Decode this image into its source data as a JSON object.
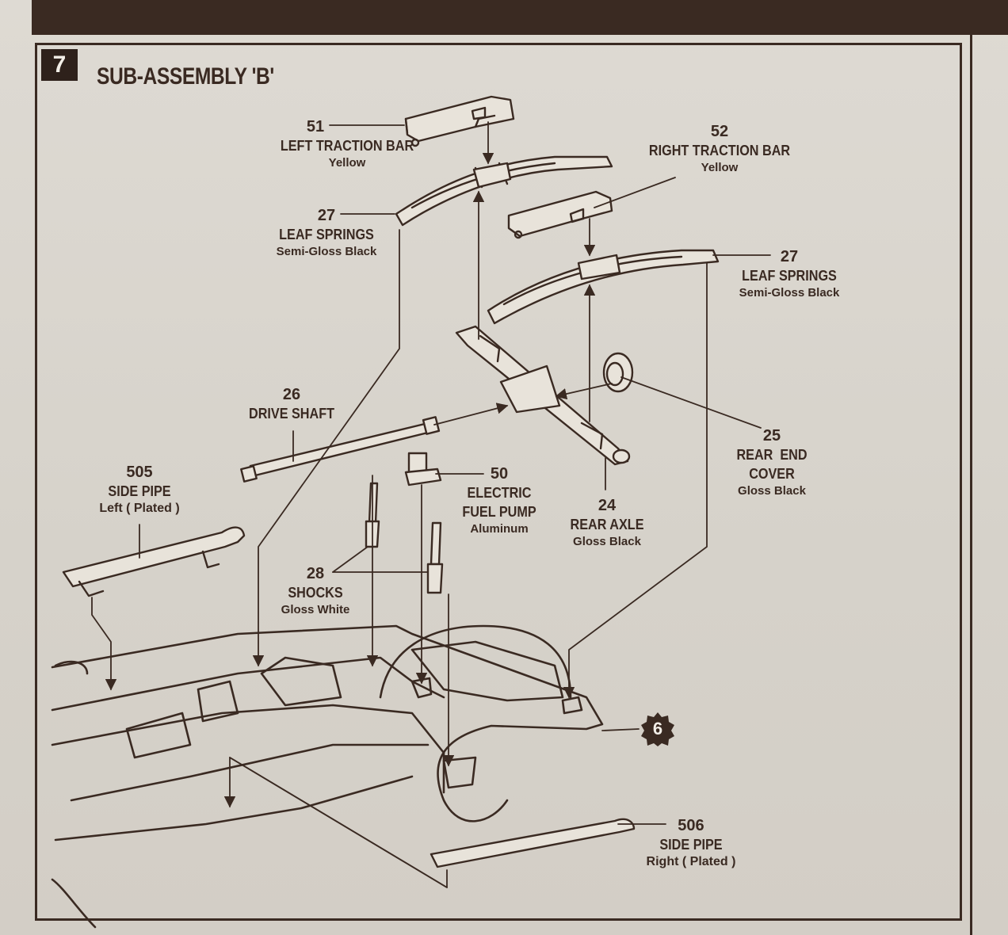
{
  "step": {
    "number": "7",
    "title": "SUB-ASSEMBLY 'B'"
  },
  "reference_step": "6",
  "parts": {
    "left_traction_bar": {
      "number": "51",
      "name": "LEFT TRACTION BAR",
      "color": "Yellow"
    },
    "right_traction_bar": {
      "number": "52",
      "name": "RIGHT TRACTION BAR",
      "color": "Yellow"
    },
    "leaf_springs_left": {
      "number": "27",
      "name": "LEAF SPRINGS",
      "color": "Semi-Gloss Black"
    },
    "leaf_springs_right": {
      "number": "27",
      "name": "LEAF SPRINGS",
      "color": "Semi-Gloss Black"
    },
    "drive_shaft": {
      "number": "26",
      "name": "DRIVE SHAFT"
    },
    "rear_end_cover": {
      "number": "25",
      "name_line1": "REAR  END",
      "name_line2": "COVER",
      "color": "Gloss Black"
    },
    "rear_axle": {
      "number": "24",
      "name": "REAR AXLE",
      "color": "Gloss Black"
    },
    "electric_fuel_pump": {
      "number": "50",
      "name_line1": "ELECTRIC",
      "name_line2": "FUEL PUMP",
      "color": "Aluminum"
    },
    "shocks": {
      "number": "28",
      "name": "SHOCKS",
      "color": "Gloss White"
    },
    "side_pipe_left": {
      "number": "505",
      "name": "SIDE PIPE",
      "color": "Left ( Plated )"
    },
    "side_pipe_right": {
      "number": "506",
      "name": "SIDE PIPE",
      "color": "Right ( Plated )"
    }
  },
  "colors": {
    "ink": "#3a2a22",
    "paper": "#d9d5ce"
  }
}
